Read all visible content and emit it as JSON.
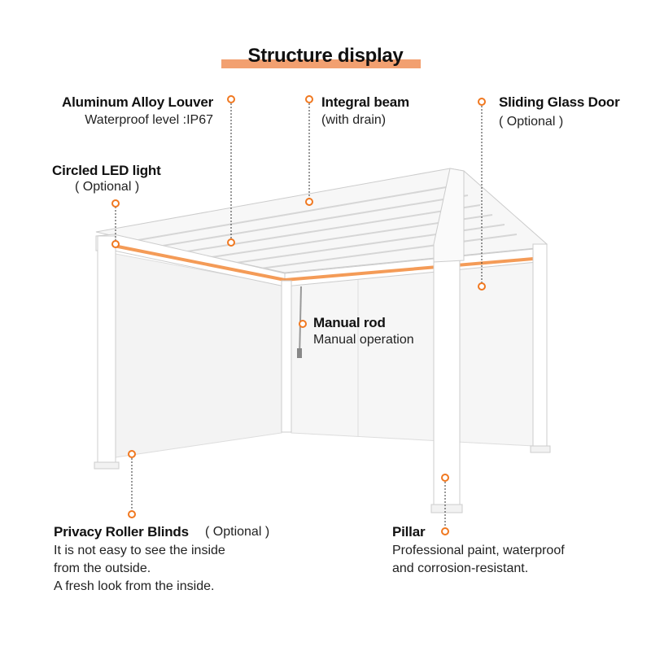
{
  "title": "Structure display",
  "accent_color": "#f07820",
  "title_bar_color": "#f2a070",
  "callouts": {
    "louver": {
      "heading": "Aluminum Alloy Louver",
      "sub": "Waterproof level :IP67"
    },
    "beam": {
      "heading": "Integral beam",
      "sub": "(with drain)"
    },
    "door": {
      "heading": "Sliding Glass Door",
      "sub": "( Optional )"
    },
    "led": {
      "heading": "Circled LED light",
      "sub": "( Optional )"
    },
    "rod": {
      "heading": "Manual rod",
      "sub": "Manual operation"
    },
    "blinds": {
      "heading": "Privacy Roller Blinds",
      "optional": "( Optional )",
      "lines": [
        "It is not easy to see the inside",
        "from the outside.",
        "A fresh look from the inside."
      ]
    },
    "pillar": {
      "heading": "Pillar",
      "lines": [
        "Professional paint, waterproof",
        "and corrosion-resistant."
      ]
    }
  }
}
